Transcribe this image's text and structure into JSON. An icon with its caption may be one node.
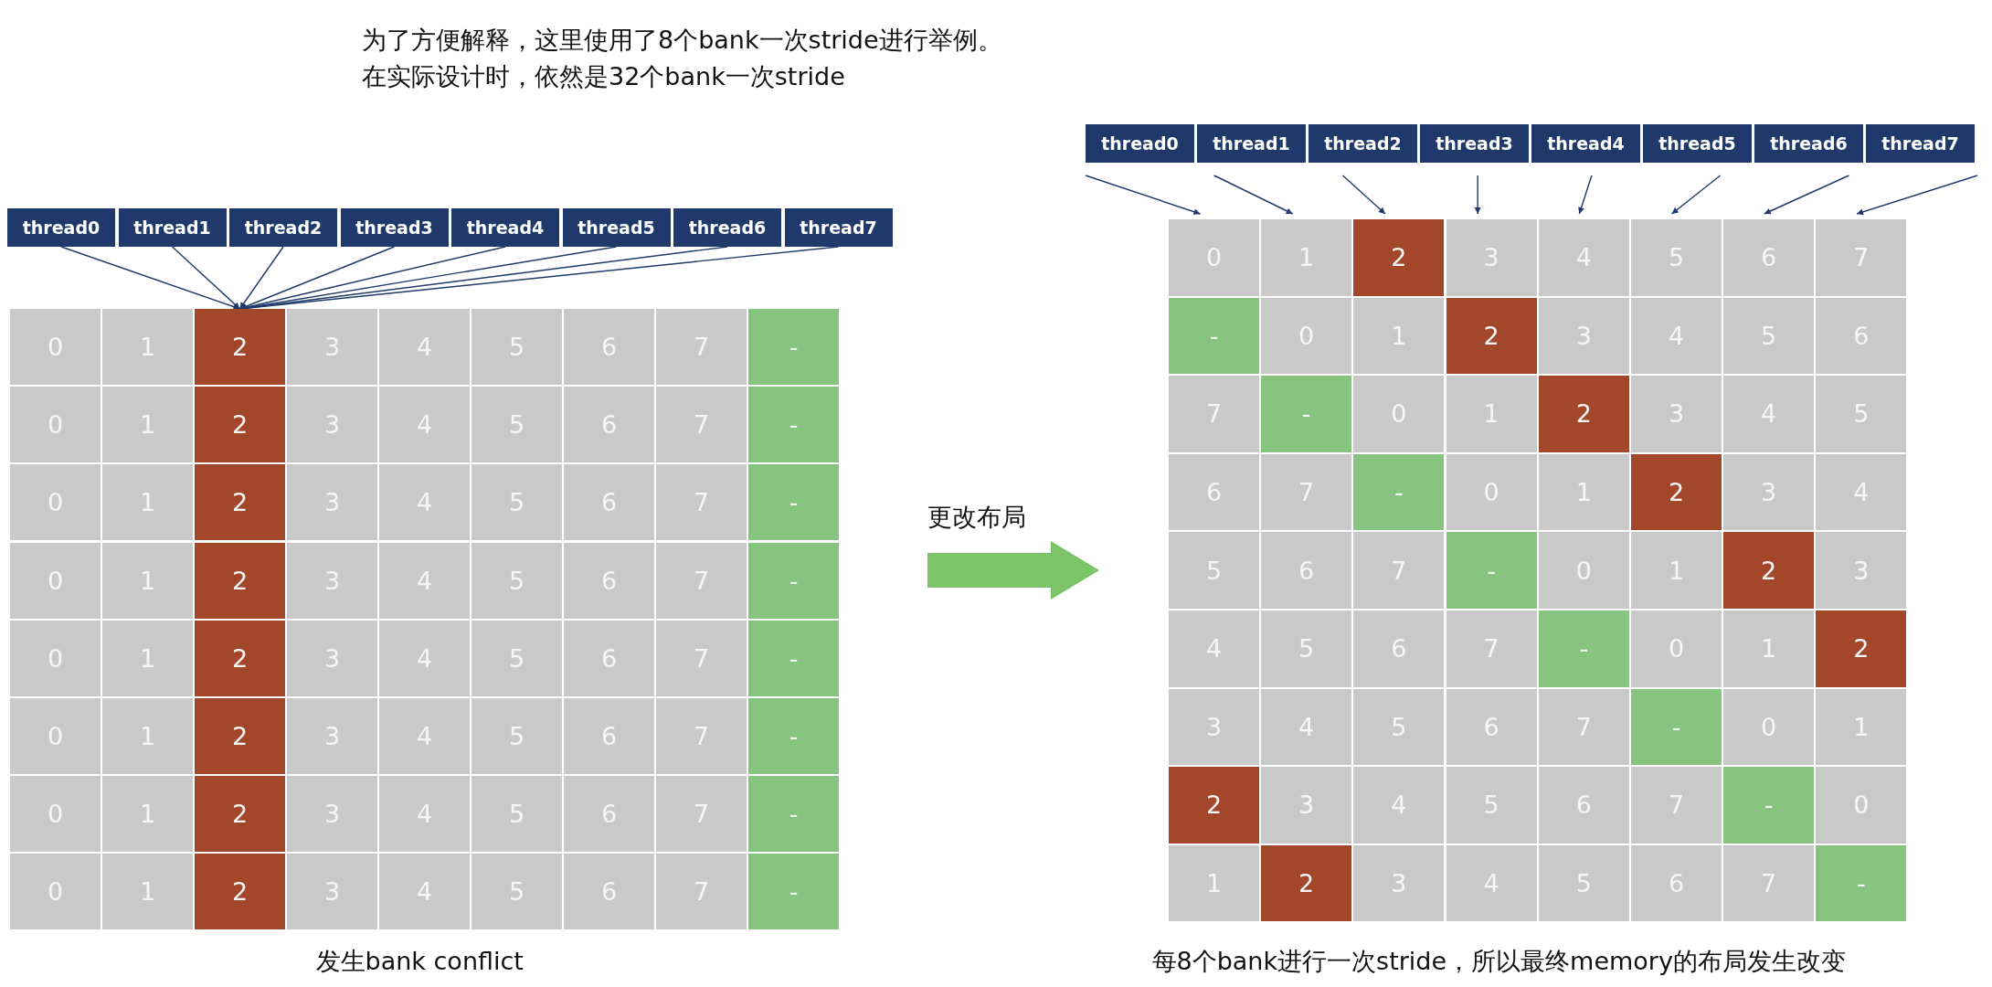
{
  "diagram": {
    "nodes": [
      {
        "text": [
          "thread0"
        ]
      },
      {
        "text": [
          "thread1"
        ]
      },
      {
        "text": [
          "thread2"
        ]
      },
      {
        "text": [
          "thread3"
        ]
      },
      {
        "text": [
          "thread4"
        ]
      },
      {
        "text": [
          "thread5"
        ]
      },
      {
        "text": [
          "thread6"
        ]
      },
      {
        "text": [
          "thread7"
        ]
      },
      {
        "text": [
          "0"
        ]
      },
      {
        "text": [
          "1"
        ]
      },
      {
        "text": [
          "2"
        ]
      },
      {
        "text": [
          "3"
        ]
      },
      {
        "text": [
          "4"
        ]
      },
      {
        "text": [
          "5"
        ]
      },
      {
        "text": [
          "6"
        ]
      },
      {
        "text": [
          "7"
        ]
      },
      {
        "text": [
          "-"
        ]
      },
      {
        "text": [
          "0"
        ]
      },
      {
        "text": [
          "1"
        ]
      },
      {
        "text": [
          "2"
        ]
      },
      {
        "text": [
          "3"
        ]
      },
      {
        "text": [
          "4"
        ]
      },
      {
        "text": [
          "5"
        ]
      },
      {
        "text": [
          "6"
        ]
      },
      {
        "text": [
          "7"
        ]
      },
      {
        "text": [
          "-"
        ]
      },
      {
        "text": [
          "0"
        ]
      },
      {
        "text": [
          "1"
        ]
      },
      {
        "text": [
          "2"
        ]
      },
      {
        "text": [
          "3"
        ]
      },
      {
        "text": [
          "4"
        ]
      },
      {
        "text": [
          "5"
        ]
      },
      {
        "text": [
          "6"
        ]
      },
      {
        "text": [
          "7"
        ]
      },
      {
        "text": [
          "-"
        ]
      },
      {
        "text": [
          "0"
        ]
      },
      {
        "text": [
          "1"
        ]
      },
      {
        "text": [
          "2"
        ]
      },
      {
        "text": [
          "3"
        ]
      },
      {
        "text": [
          "4"
        ]
      },
      {
        "text": [
          "5"
        ]
      },
      {
        "text": [
          "6"
        ]
      },
      {
        "text": [
          "7"
        ]
      },
      {
        "text": [
          "-"
        ]
      },
      {
        "text": [
          "0"
        ]
      },
      {
        "text": [
          "1"
        ]
      },
      {
        "text": [
          "2"
        ]
      },
      {
        "text": [
          "3"
        ]
      },
      {
        "text": [
          "4"
        ]
      },
      {
        "text": [
          "5"
        ]
      },
      {
        "text": [
          "6"
        ]
      },
      {
        "text": [
          "7"
        ]
      },
      {
        "text": [
          "-"
        ]
      },
      {
        "text": [
          "0"
        ]
      },
      {
        "text": [
          "1"
        ]
      },
      {
        "text": [
          "2"
        ]
      },
      {
        "text": [
          "3"
        ]
      },
      {
        "text": [
          "4"
        ]
      },
      {
        "text": [
          "5"
        ]
      },
      {
        "text": [
          "6"
        ]
      },
      {
        "text": [
          "7"
        ]
      },
      {
        "text": [
          "-"
        ]
      },
      {
        "text": [
          "0"
        ]
      },
      {
        "text": [
          "1"
        ]
      },
      {
        "text": [
          "2"
        ]
      },
      {
        "text": [
          "3"
        ]
      },
      {
        "text": [
          "4"
        ]
      },
      {
        "text": [
          "5"
        ]
      },
      {
        "text": [
          "6"
        ]
      },
      {
        "text": [
          "7"
        ]
      },
      {
        "text": [
          "-"
        ]
      },
      {
        "text": [
          "0"
        ]
      },
      {
        "text": [
          "1"
        ]
      },
      {
        "text": [
          "2"
        ]
      },
      {
        "text": [
          "3"
        ]
      },
      {
        "text": [
          "4"
        ]
      },
      {
        "text": [
          "5"
        ]
      },
      {
        "text": [
          "6"
        ]
      },
      {
        "text": [
          "7"
        ]
      },
      {
        "text": [
          "-"
        ]
      },
      {
        "text": [
          "thread0"
        ]
      },
      {
        "text": [
          "thread1"
        ]
      },
      {
        "text": [
          "thread2"
        ]
      },
      {
        "text": [
          "thread3"
        ]
      },
      {
        "text": [
          "thread4"
        ]
      },
      {
        "text": [
          "thread5"
        ]
      },
      {
        "text": [
          "thread6"
        ]
      },
      {
        "text": [
          "thread7"
        ]
      },
      {
        "text": [
          "0"
        ]
      },
      {
        "text": [
          "1"
        ]
      },
      {
        "text": [
          "2"
        ]
      },
      {
        "text": [
          "3"
        ]
      },
      {
        "text": [
          "4"
        ]
      },
      {
        "text": [
          "5"
        ]
      },
      {
        "text": [
          "6"
        ]
      },
      {
        "text": [
          "7"
        ]
      },
      {
        "text": [
          "-"
        ]
      },
      {
        "text": [
          "0"
        ]
      },
      {
        "text": [
          "1"
        ]
      },
      {
        "text": [
          "2"
        ]
      },
      {
        "text": [
          "3"
        ]
      },
      {
        "text": [
          "4"
        ]
      },
      {
        "text": [
          "5"
        ]
      },
      {
        "text": [
          "6"
        ]
      },
      {
        "text": [
          "7"
        ]
      },
      {
        "text": [
          "-"
        ]
      },
      {
        "text": [
          "0"
        ]
      },
      {
        "text": [
          "1"
        ]
      },
      {
        "text": [
          "2"
        ]
      },
      {
        "text": [
          "3"
        ]
      },
      {
        "text": [
          "4"
        ]
      },
      {
        "text": [
          "5"
        ]
      },
      {
        "text": [
          "6"
        ]
      },
      {
        "text": [
          "7"
        ]
      },
      {
        "text": [
          "-"
        ]
      },
      {
        "text": [
          "0"
        ]
      },
      {
        "text": [
          "1"
        ]
      },
      {
        "text": [
          "2"
        ]
      },
      {
        "text": [
          "3"
        ]
      },
      {
        "text": [
          "4"
        ]
      },
      {
        "text": [
          "5"
        ]
      },
      {
        "text": [
          "6"
        ]
      },
      {
        "text": [
          "7"
        ]
      },
      {
        "text": [
          "-"
        ]
      },
      {
        "text": [
          "0"
        ]
      },
      {
        "text": [
          "1"
        ]
      },
      {
        "text": [
          "2"
        ]
      },
      {
        "text": [
          "3"
        ]
      },
      {
        "text": [
          "4"
        ]
      },
      {
        "text": [
          "5"
        ]
      },
      {
        "text": [
          "6"
        ]
      },
      {
        "text": [
          "7"
        ]
      },
      {
        "text": [
          "-"
        ]
      },
      {
        "text": [
          "0"
        ]
      },
      {
        "text": [
          "1"
        ]
      },
      {
        "text": [
          "2"
        ]
      },
      {
        "text": [
          "3"
        ]
      },
      {
        "text": [
          "4"
        ]
      },
      {
        "text": [
          "5"
        ]
      },
      {
        "text": [
          "6"
        ]
      },
      {
        "text": [
          "7"
        ]
      },
      {
        "text": [
          "-"
        ]
      },
      {
        "text": [
          "0"
        ]
      },
      {
        "text": [
          "1"
        ]
      },
      {
        "text": [
          "2"
        ]
      },
      {
        "text": [
          "3"
        ]
      },
      {
        "text": [
          "4"
        ]
      },
      {
        "text": [
          "5"
        ]
      },
      {
        "text": [
          "6"
        ]
      },
      {
        "text": [
          "7"
        ]
      },
      {
        "text": [
          "-"
        ]
      },
      {
        "text": [
          "0"
        ]
      },
      {
        "text": [
          "1"
        ]
      },
      {
        "text": [
          "2"
        ]
      },
      {
        "text": [
          "3"
        ]
      },
      {
        "text": [
          "4"
        ]
      },
      {
        "text": [
          "5"
        ]
      },
      {
        "text": [
          "6"
        ]
      },
      {
        "text": [
          "7"
        ]
      },
      {
        "text": [
          "-"
        ]
      }
    ],
    "edges": [
      {
        "from": 0,
        "to": 10,
        "arrow": "to"
      },
      {
        "from": 1,
        "to": 10,
        "arrow": "to"
      },
      {
        "from": 2,
        "to": 10,
        "arrow": "to"
      },
      {
        "from": 3,
        "to": 10,
        "arrow": "to"
      },
      {
        "from": 4,
        "to": 10,
        "arrow": "to"
      },
      {
        "from": 5,
        "to": 10,
        "arrow": "to"
      },
      {
        "from": 6,
        "to": 10,
        "arrow": "to"
      },
      {
        "from": 7,
        "to": 10,
        "arrow": "to"
      },
      {
        "from": 80,
        "to": 88,
        "arrow": "to"
      },
      {
        "from": 81,
        "to": 89,
        "arrow": "to"
      },
      {
        "from": 82,
        "to": 90,
        "arrow": "to"
      },
      {
        "from": 83,
        "to": 91,
        "arrow": "to"
      },
      {
        "from": 84,
        "to": 92,
        "arrow": "to"
      },
      {
        "from": 85,
        "to": 93,
        "arrow": "to"
      },
      {
        "from": 86,
        "to": 94,
        "arrow": "to"
      },
      {
        "from": 87,
        "to": 95,
        "arrow": "to"
      }
    ],
    "labels": [
      "为了方便解释，这里使用了8个bank一次stride进行举例。",
      "在实际设计时，依然是32个bank一次stride",
      "更改布局",
      "发生bank conflict",
      "每8个bank进行一次stride，所以最终memory的布局发生改变"
    ]
  }
}
